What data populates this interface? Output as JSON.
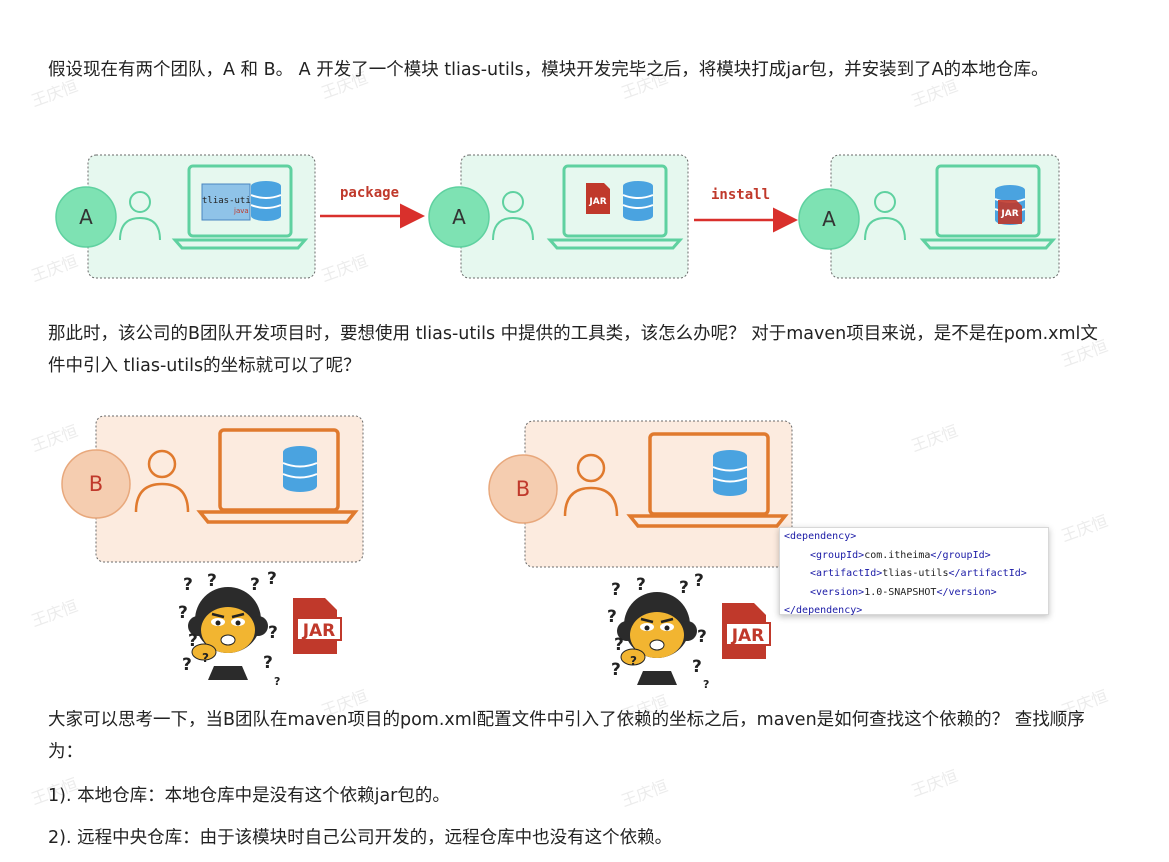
{
  "paragraphs": {
    "p1": "假设现在有两个团队，A 和 B。 A 开发了一个模块 tlias-utils，模块开发完毕之后，将模块打成jar包，并安装到了A的本地仓库。",
    "p2": "那此时，该公司的B团队开发项目时，要想使用 tlias-utils 中提供的工具类，该怎么办呢？ 对于maven项目来说，是不是在pom.xml文件中引入 tlias-utils的坐标就可以了呢？",
    "p3": "大家可以思考一下，当B团队在maven项目的pom.xml配置文件中引入了依赖的坐标之后，maven是如何查找这个依赖的？ 查找顺序为：",
    "p4": "1). 本地仓库：本地仓库中是没有这个依赖jar包的。",
    "p5": "2). 远程中央仓库：由于该模块时自己公司开发的，远程仓库中也没有这个依赖。"
  },
  "figure1": {
    "team_label": "A",
    "folder_label": "tlias-utils",
    "folder_sublabel": "java",
    "jar_label": "JAR",
    "arrow1_label": "package",
    "arrow2_label": "install"
  },
  "figure2": {
    "team_label": "B",
    "jar_label": "JAR",
    "xml": {
      "dependency_open": "<dependency>",
      "dependency_close": "</dependency>",
      "group_open": "<groupId>",
      "group_value": "com.itheima",
      "group_close": "</groupId>",
      "artifact_open": "<artifactId>",
      "artifact_value": "tlias-utils",
      "artifact_close": "</artifactId>",
      "version_open": "<version>",
      "version_value": "1.0-SNAPSHOT",
      "version_close": "</version>"
    }
  },
  "watermark": "王庆恒",
  "colors": {
    "green_bg": "#e6f8ef",
    "green_line": "#5fd1a0",
    "green_circle": "#7ee2b3",
    "orange_bg": "#fcebdf",
    "orange_line": "#e07a2e",
    "orange_circle": "#f5cdb0",
    "db_blue": "#4aa3e0",
    "arrow_red": "#d9302c",
    "jar_red": "#c0392b"
  }
}
